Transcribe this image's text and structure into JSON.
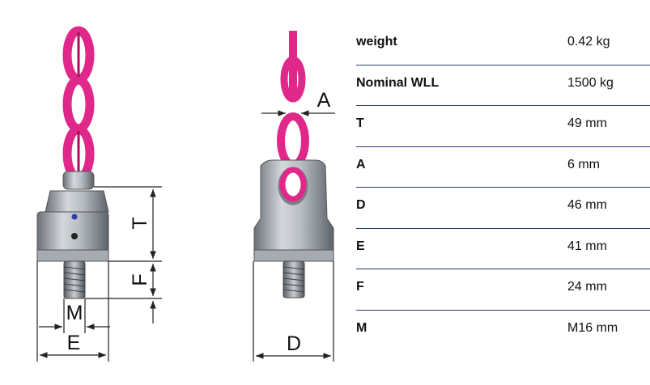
{
  "diagram": {
    "dimension_labels": {
      "T": "T",
      "F": "F",
      "M": "M",
      "E": "E",
      "A": "A",
      "D": "D"
    },
    "colors": {
      "chain": "#e0288a",
      "chain_dark": "#a3115f",
      "steel": "#9aa0a6",
      "steel_dark": "#5f656b",
      "dimension_line": "#222222"
    },
    "icons": [
      "chain-link-icon",
      "swivel-eye-bolt-icon",
      "dimension-arrow-icon"
    ]
  },
  "specs": [
    {
      "name": "weight",
      "value": "0.42 kg"
    },
    {
      "name": "Nominal WLL",
      "value": "1500 kg"
    },
    {
      "name": "T",
      "value": "49 mm"
    },
    {
      "name": "A",
      "value": "6 mm"
    },
    {
      "name": "D",
      "value": "46 mm"
    },
    {
      "name": "E",
      "value": "41 mm"
    },
    {
      "name": "F",
      "value": "24 mm"
    },
    {
      "name": "M",
      "value": "M16 mm"
    }
  ]
}
